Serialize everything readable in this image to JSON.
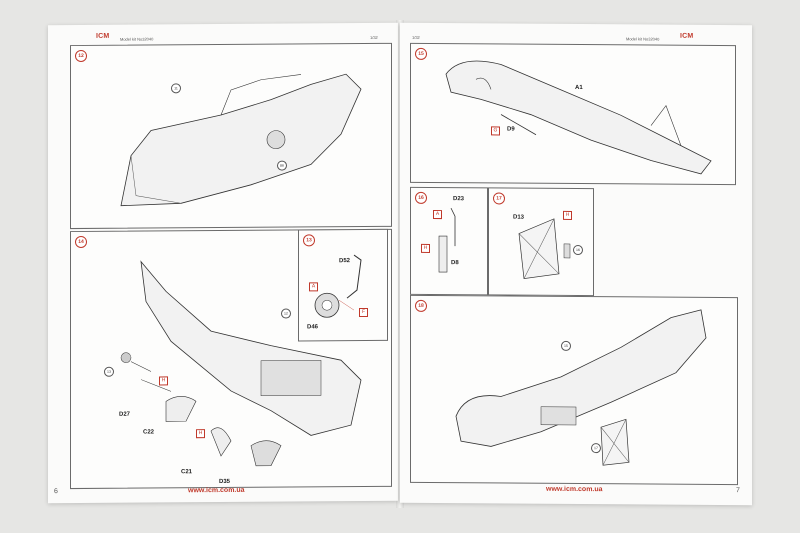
{
  "left_page": {
    "header_model": "Model kit No32040",
    "header_scale": "1/32",
    "logo": "ICM",
    "url": "www.icm.com.ua",
    "page_number": "6",
    "steps": [
      {
        "num": "12",
        "parts": [],
        "small": [
          "11",
          "86"
        ]
      },
      {
        "num": "13",
        "parts": [
          "D52",
          "D46"
        ],
        "tags": [
          "A",
          "F"
        ]
      },
      {
        "num": "14",
        "parts": [
          "D27",
          "C22",
          "C21",
          "D35"
        ],
        "tags": [
          "H",
          "H"
        ],
        "small": [
          "12",
          "13"
        ]
      }
    ]
  },
  "right_page": {
    "header_scale": "1/32",
    "header_model": "Model kit No32040",
    "logo": "ICM",
    "url": "www.icm.com.ua",
    "page_number": "7",
    "steps": [
      {
        "num": "15",
        "parts": [
          "A1",
          "D9"
        ],
        "tags": [
          "G"
        ]
      },
      {
        "num": "16",
        "parts": [
          "D23",
          "D8"
        ],
        "tags": [
          "A",
          "H"
        ]
      },
      {
        "num": "17",
        "parts": [
          "D13"
        ],
        "tags": [
          "H"
        ],
        "small": [
          "16"
        ]
      },
      {
        "num": "18",
        "parts": [],
        "small": [
          "15",
          "17"
        ]
      }
    ]
  }
}
